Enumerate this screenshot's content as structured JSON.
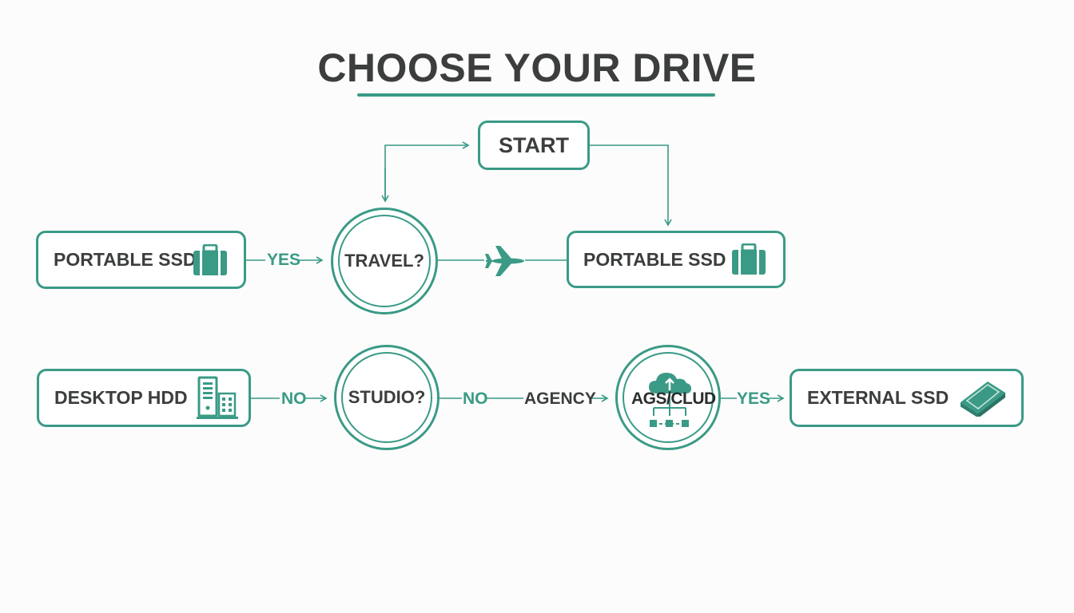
{
  "title": "CHOOSE YOUR DRIVE",
  "nodes": {
    "start": "START",
    "travel": "TRAVEL?",
    "studio": "STUDIO?",
    "agency_cloud": "AGS/CLUD",
    "portable_left": "PORTABLE SSD",
    "portable_right": "PORTABLE SSD",
    "desktop_hdd": "DESKTOP HDD",
    "external_ssd": "EXTERNAL SSD"
  },
  "edges": {
    "travel_yes": "YES",
    "studio_no_left": "NO",
    "studio_no_right": "NO",
    "agency": "AGENCY",
    "cloud_yes": "YES"
  },
  "icons": [
    "suitcase-icon",
    "airplane-icon",
    "suitcase-icon",
    "desktop-tower-icon",
    "cloud-network-icon",
    "external-drive-icon"
  ],
  "colors": {
    "accent": "#3a9a86",
    "text": "#3b3e3d",
    "background": "#fbfcfb"
  }
}
